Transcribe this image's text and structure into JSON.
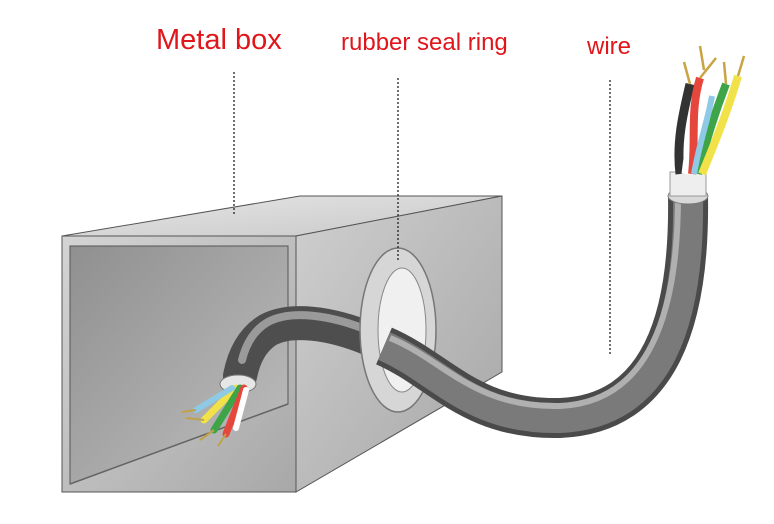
{
  "labels": {
    "metal_box": "Metal box",
    "rubber_seal_ring": "rubber seal ring",
    "wire": "wire"
  },
  "colors": {
    "label_text": "#e0161b",
    "box_front": "#c4c4c4",
    "box_top": "#dcdcdc",
    "box_side": "#b4b4b4",
    "cable_sheath": "#6e6e6e",
    "cable_highlight": "#a8a8a8",
    "ring": "#d2d2d2",
    "wire_cores": [
      "#f2e24a",
      "#3da447",
      "#e5473d",
      "#8ec9e6",
      "#b0b0b0",
      "#ffffff"
    ]
  }
}
